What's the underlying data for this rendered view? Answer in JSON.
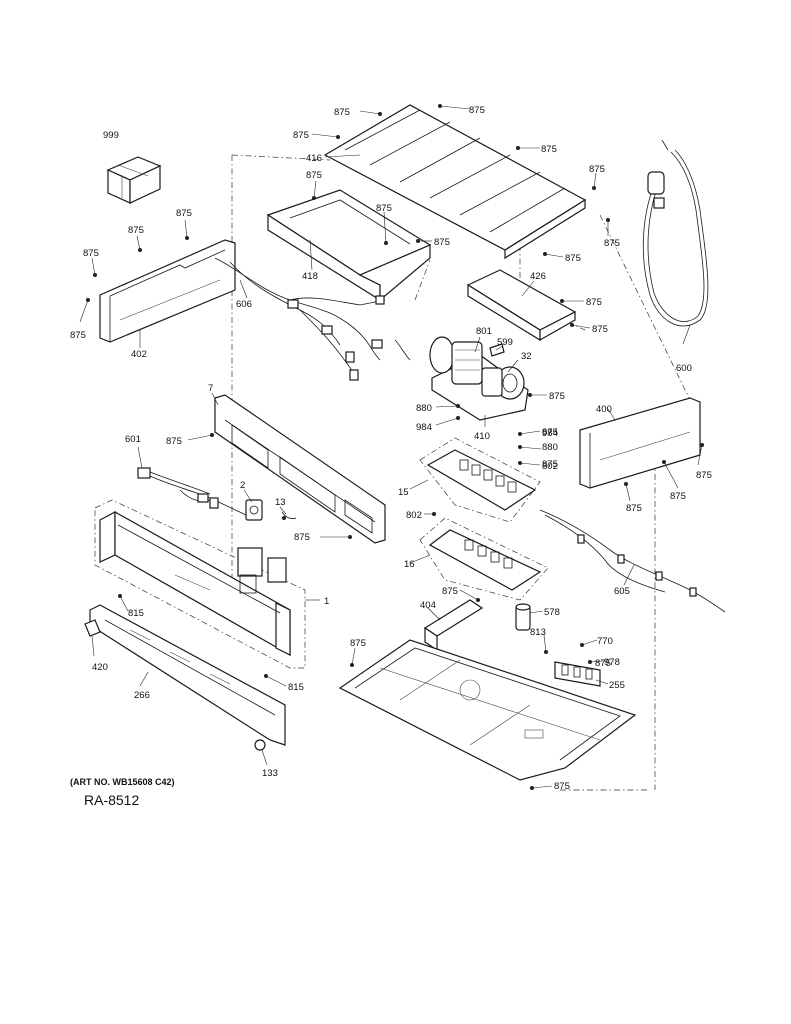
{
  "footer": {
    "art_no": "(ART NO. WB15608 C42)",
    "code": "RA-8512"
  },
  "labels": [
    "875",
    "875",
    "875",
    "416",
    "875",
    "875",
    "875",
    "875",
    "875",
    "875",
    "418",
    "875",
    "875",
    "875",
    "875",
    "875",
    "999",
    "875",
    "875",
    "875",
    "606",
    "402",
    "426",
    "875",
    "875",
    "801",
    "599",
    "32",
    "600",
    "875",
    "7",
    "880",
    "875",
    "984",
    "410",
    "880",
    "984",
    "802",
    "601",
    "400",
    "875",
    "875",
    "875",
    "2",
    "13",
    "15",
    "875",
    "802",
    "16",
    "605",
    "1",
    "875",
    "578",
    "815",
    "404",
    "813",
    "770",
    "420",
    "875",
    "978",
    "255",
    "266",
    "815",
    "133",
    "875"
  ]
}
